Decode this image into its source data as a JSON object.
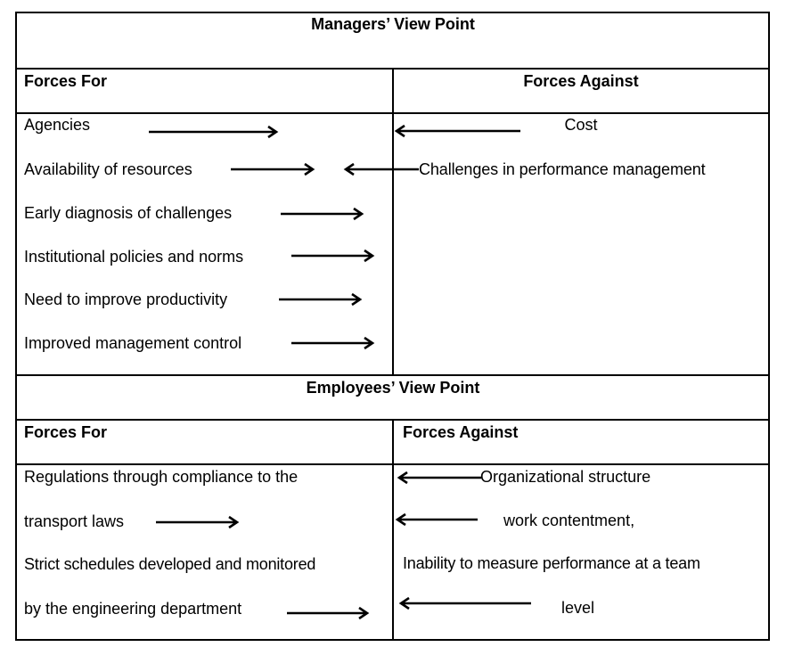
{
  "managers": {
    "title": "Managers’ View Point",
    "forces_for_header": "Forces For",
    "forces_against_header": "Forces Against",
    "forces_for": [
      "Agencies",
      "Availability of resources",
      "Early diagnosis of challenges",
      "Institutional policies and norms",
      "Need to improve productivity",
      "Improved management control"
    ],
    "forces_against": [
      "Cost",
      "Challenges in performance management"
    ]
  },
  "employees": {
    "title": "Employees’ View Point",
    "forces_for_header": "Forces For",
    "forces_against_header": "Forces Against",
    "forces_for": [
      "Regulations through compliance to the",
      "transport laws",
      "Strict schedules developed and monitored",
      "by the engineering department"
    ],
    "forces_against": [
      "Organizational structure",
      "work contentment,",
      "Inability to measure performance at a team",
      "level"
    ]
  }
}
